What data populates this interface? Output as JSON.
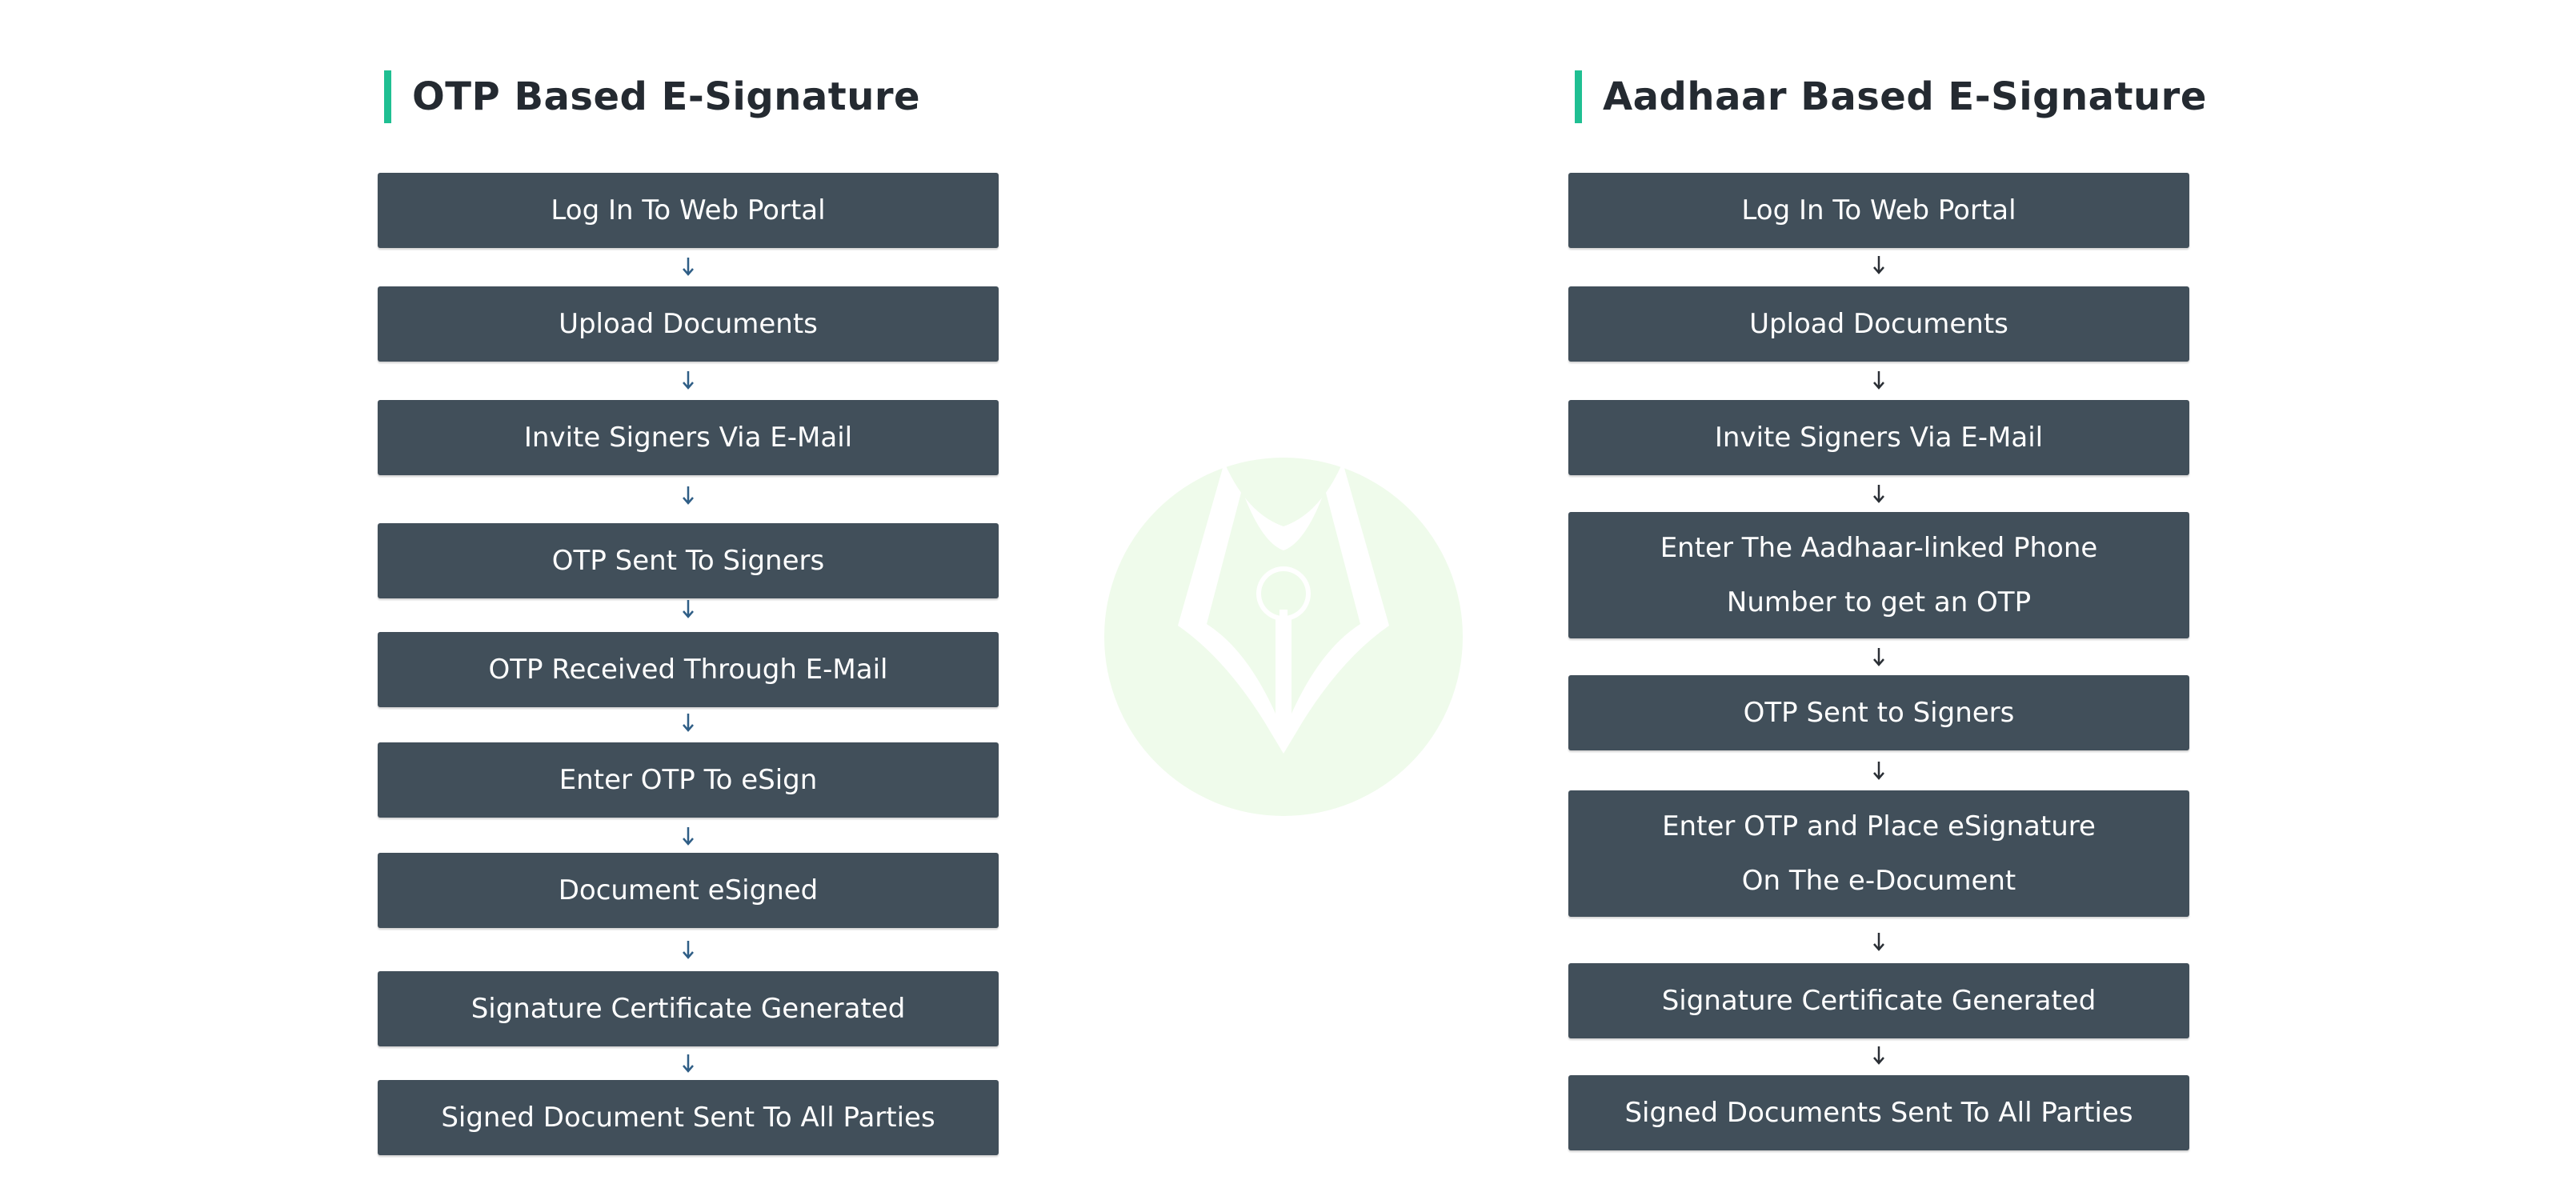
{
  "left": {
    "title": "OTP Based E-Signature",
    "steps": [
      {
        "label": "Log In To Web Portal"
      },
      {
        "label": "Upload Documents"
      },
      {
        "label": "Invite Signers Via E-Mail"
      },
      {
        "label": "OTP Sent To Signers"
      },
      {
        "label": "OTP Received Through E-Mail"
      },
      {
        "label": "Enter OTP To eSign"
      },
      {
        "label": "Document eSigned"
      },
      {
        "label": "Signature Certificate Generated"
      },
      {
        "label": "Signed Document Sent To All Parties"
      }
    ]
  },
  "right": {
    "title": "Aadhaar Based E-Signature",
    "steps": [
      {
        "label": "Log In To Web Portal"
      },
      {
        "label": "Upload Documents"
      },
      {
        "label": "Invite Signers Via E-Mail"
      },
      {
        "line1": "Enter The Aadhaar-linked Phone",
        "line2": "Number to get an OTP"
      },
      {
        "label": "OTP Sent to Signers"
      },
      {
        "line1": "Enter OTP and Place eSignature",
        "line2": "On The e-Document"
      },
      {
        "label": "Signature Certificate Generated"
      },
      {
        "label": "Signed Documents Sent To All Parties"
      }
    ]
  },
  "colors": {
    "accent": "#1fbf92",
    "box": "#414f5a",
    "arrow_left": "#2f5e86",
    "arrow_right": "#2a2f35",
    "watermark": "#eefbea"
  },
  "icons": {
    "arrow": "arrow-down-icon",
    "watermark": "pen-nib-icon"
  }
}
